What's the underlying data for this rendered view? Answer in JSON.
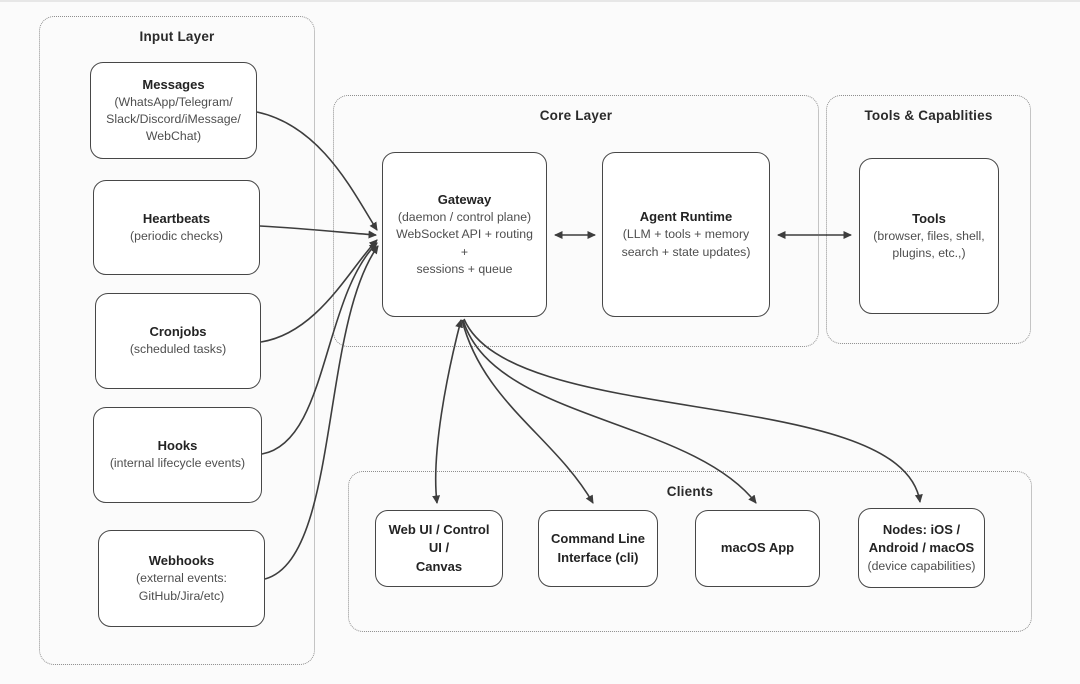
{
  "containers": {
    "input_layer": {
      "title": "Input Layer"
    },
    "core_layer": {
      "title": "Core Layer"
    },
    "tools_capablities": {
      "title": "Tools & Capablities"
    },
    "clients": {
      "title": "Clients"
    }
  },
  "nodes": {
    "messages": {
      "title": "Messages",
      "detail": "(WhatsApp/Telegram/\nSlack/Discord/iMessage/\nWebChat)"
    },
    "heartbeats": {
      "title": "Heartbeats",
      "detail": "(periodic checks)"
    },
    "cronjobs": {
      "title": "Cronjobs",
      "detail": "(scheduled tasks)"
    },
    "hooks": {
      "title": "Hooks",
      "detail": "(internal lifecycle events)"
    },
    "webhooks": {
      "title": "Webhooks",
      "detail": "(external events:\nGitHub/Jira/etc)"
    },
    "gateway": {
      "title": "Gateway",
      "detail": "(daemon / control plane)\nWebSocket API + routing +\nsessions + queue"
    },
    "agent_runtime": {
      "title": "Agent Runtime",
      "detail": "(LLM + tools + memory\nsearch + state updates)"
    },
    "tools": {
      "title": "Tools",
      "detail": "(browser, files, shell,\nplugins, etc.,)"
    },
    "web_ui": {
      "title": "Web UI / Control UI /\nCanvas"
    },
    "cli": {
      "title": "Command Line\nInterface (cli)"
    },
    "macos_app": {
      "title": "macOS App"
    },
    "nodes_devices": {
      "title": "Nodes: iOS /\nAndroid / macOS",
      "detail": "(device capabilities)"
    }
  },
  "connections": [
    {
      "from": "messages",
      "to": "gateway",
      "arrows": "end"
    },
    {
      "from": "heartbeats",
      "to": "gateway",
      "arrows": "end"
    },
    {
      "from": "cronjobs",
      "to": "gateway",
      "arrows": "end"
    },
    {
      "from": "hooks",
      "to": "gateway",
      "arrows": "end"
    },
    {
      "from": "webhooks",
      "to": "gateway",
      "arrows": "end"
    },
    {
      "from": "gateway",
      "to": "agent_runtime",
      "arrows": "both"
    },
    {
      "from": "agent_runtime",
      "to": "tools",
      "arrows": "both"
    },
    {
      "from": "gateway",
      "to": "web_ui",
      "arrows": "both"
    },
    {
      "from": "gateway",
      "to": "cli",
      "arrows": "end"
    },
    {
      "from": "gateway",
      "to": "macos_app",
      "arrows": "end"
    },
    {
      "from": "gateway",
      "to": "nodes_devices",
      "arrows": "end"
    }
  ],
  "colors": {
    "background": "#fbfbfb",
    "edge_line": "#3d3d3d",
    "node_border": "#474747",
    "container_border": "#8e8e8e",
    "title_text": "#232323",
    "detail_text": "#4e4e4e"
  }
}
